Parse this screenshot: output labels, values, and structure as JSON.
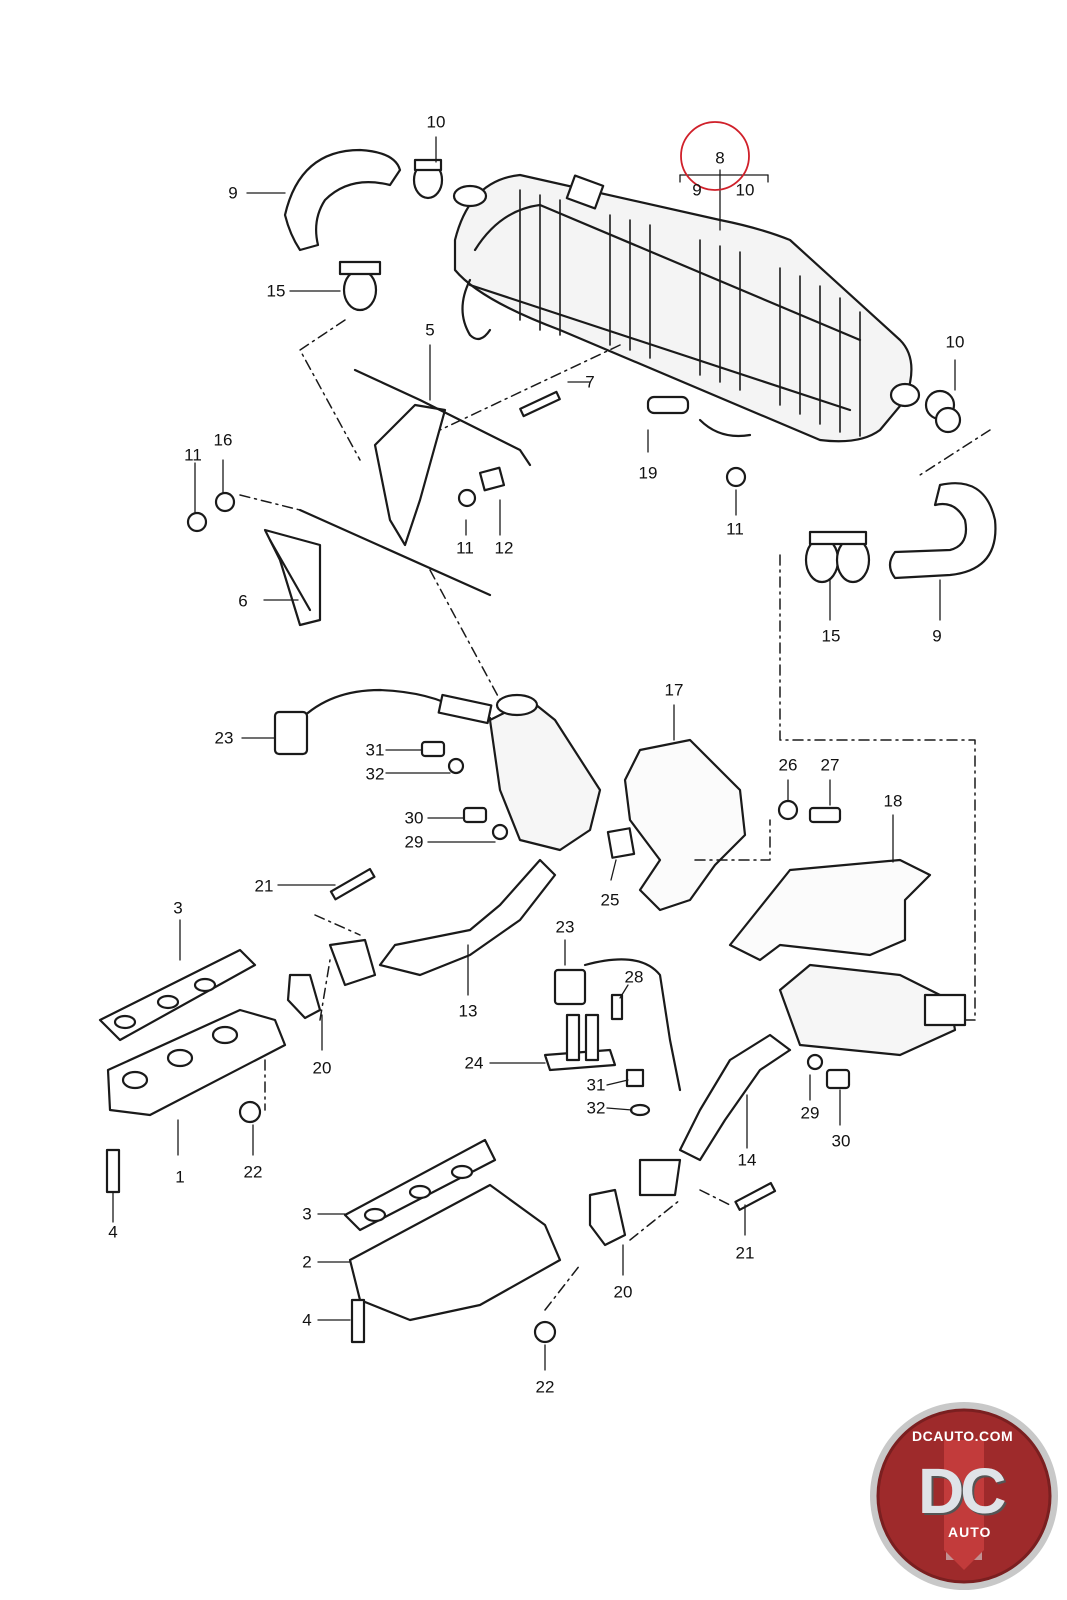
{
  "diagram": {
    "callouts": [
      "1",
      "2",
      "3",
      "3",
      "4",
      "4",
      "5",
      "6",
      "7",
      "8",
      "9",
      "9",
      "9",
      "10",
      "10",
      "10",
      "11",
      "11",
      "11",
      "12",
      "13",
      "14",
      "15",
      "15",
      "16",
      "17",
      "18",
      "19",
      "20",
      "20",
      "21",
      "21",
      "22",
      "22",
      "23",
      "23",
      "24",
      "25",
      "26",
      "27",
      "28",
      "29",
      "29",
      "30",
      "30",
      "31",
      "31",
      "32",
      "32"
    ],
    "highlight": {
      "label": "8",
      "sub_left": "9",
      "sub_right": "10",
      "color": "#d0202a"
    }
  },
  "logo": {
    "domain": "DCAUTO.COM",
    "mark": "DC",
    "subtitle": "AUTO",
    "ring_color": "#9e2a2b"
  }
}
